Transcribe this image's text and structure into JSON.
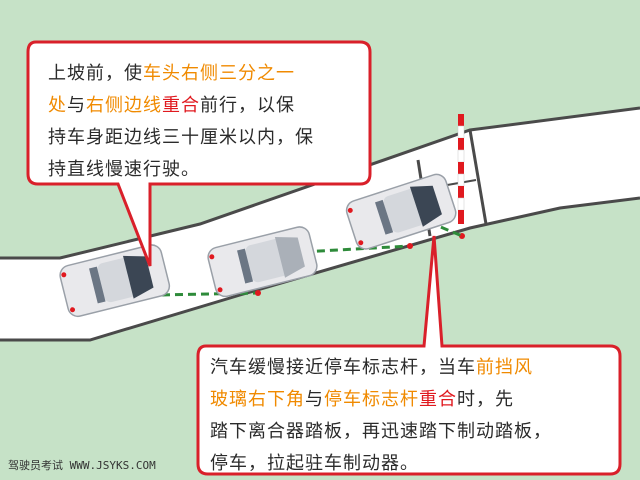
{
  "colors": {
    "background": "#c6e2c7",
    "road": "#ffffff",
    "road_edge": "#4a4a4a",
    "callout_border": "#d9202a",
    "callout_fill": "#ffffff",
    "highlight_orange": "#f08a00",
    "highlight_red": "#e0191f",
    "guide_line": "#2e8b3a",
    "pole_red": "#e0191f"
  },
  "callout_top": {
    "lines": [
      [
        {
          "t": "上坡前，使",
          "c": ""
        },
        {
          "t": "车头右侧三分之一",
          "c": "orange"
        }
      ],
      [
        {
          "t": "处",
          "c": "orange"
        },
        {
          "t": "与",
          "c": ""
        },
        {
          "t": "右侧边线",
          "c": "orange"
        },
        {
          "t": "重合",
          "c": "red"
        },
        {
          "t": "前行，以保",
          "c": ""
        }
      ],
      [
        {
          "t": "持车身距边线三十厘米以内，保",
          "c": ""
        }
      ],
      [
        {
          "t": "持直线慢速行驶。",
          "c": ""
        }
      ]
    ]
  },
  "callout_bottom": {
    "lines": [
      [
        {
          "t": "汽车缓慢接近停车标志杆，当车",
          "c": ""
        },
        {
          "t": "前挡风",
          "c": "orange"
        }
      ],
      [
        {
          "t": "玻璃右下角",
          "c": "orange"
        },
        {
          "t": "与",
          "c": ""
        },
        {
          "t": "停车标志杆",
          "c": "orange"
        },
        {
          "t": "重合",
          "c": "red"
        },
        {
          "t": "时，先",
          "c": ""
        }
      ],
      [
        {
          "t": "踏下离合器踏板，再迅速踏下制动踏板，",
          "c": ""
        }
      ],
      [
        {
          "t": "停车，拉起驻车制动器。",
          "c": ""
        }
      ]
    ]
  },
  "watermark": "驾驶员考试 WWW.JSYKS.COM"
}
